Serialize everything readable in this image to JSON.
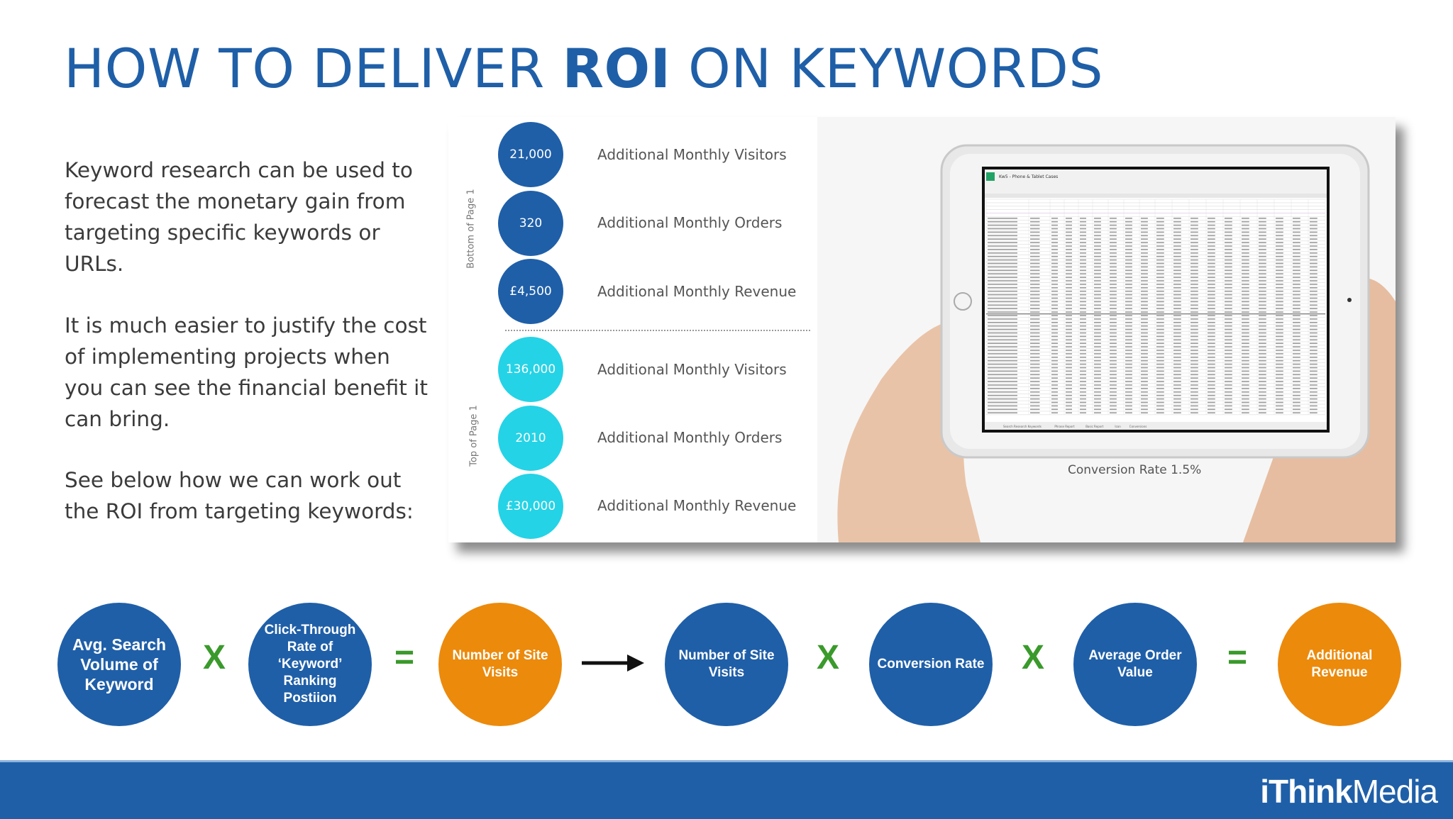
{
  "title": {
    "pre": "HOW TO DELIVER ",
    "bold": "ROI",
    "post": " ON KEYWORDS"
  },
  "intro": [
    "Keyword research can be used to forecast the monetary gain from targeting specific keywords or URLs.",
    "It is much easier to justify the cost of implementing projects when you can see the financial benefit it can bring.",
    "See below how we can work out the ROI from targeting keywords:"
  ],
  "panel": {
    "label_bottom": "Bottom of Page 1",
    "label_top": "Top of Page 1",
    "bottom_stats": [
      {
        "value": "21,000",
        "label": "Additional Monthly Visitors"
      },
      {
        "value": "320",
        "label": "Additional Monthly Orders"
      },
      {
        "value": "£4,500",
        "label": "Additional Monthly Revenue"
      }
    ],
    "top_stats": [
      {
        "value": "136,000",
        "label": "Additional Monthly Visitors"
      },
      {
        "value": "2010",
        "label": "Additional Monthly Orders"
      },
      {
        "value": "£30,000",
        "label": "Additional Monthly Revenue"
      }
    ],
    "conversion": "Conversion Rate 1.5%",
    "sheet_title": "Kw5 - Phone & Tablet Cases",
    "sheet_tabs": [
      "Search Research Keywords",
      "Phrase Report",
      "Basic Report",
      "Icon",
      "Conversions"
    ]
  },
  "flow": {
    "c1": "Avg. Search Volume of Keyword",
    "c2": "Click-Through Rate of ‘Keyword’ Ranking Postiion",
    "c3": "Number of Site Visits",
    "c4": "Number of Site Visits",
    "c5": "Conversion Rate",
    "c6": "Average Order Value",
    "c7": "Additional Revenue",
    "x": "X",
    "eq": "="
  },
  "footer": {
    "logo_bold": "iThink",
    "logo_light": "Media"
  },
  "colors": {
    "primary": "#1f5fa8",
    "cyan": "#24d3e6",
    "orange": "#ec8a0c",
    "green": "#3a9a2c"
  }
}
